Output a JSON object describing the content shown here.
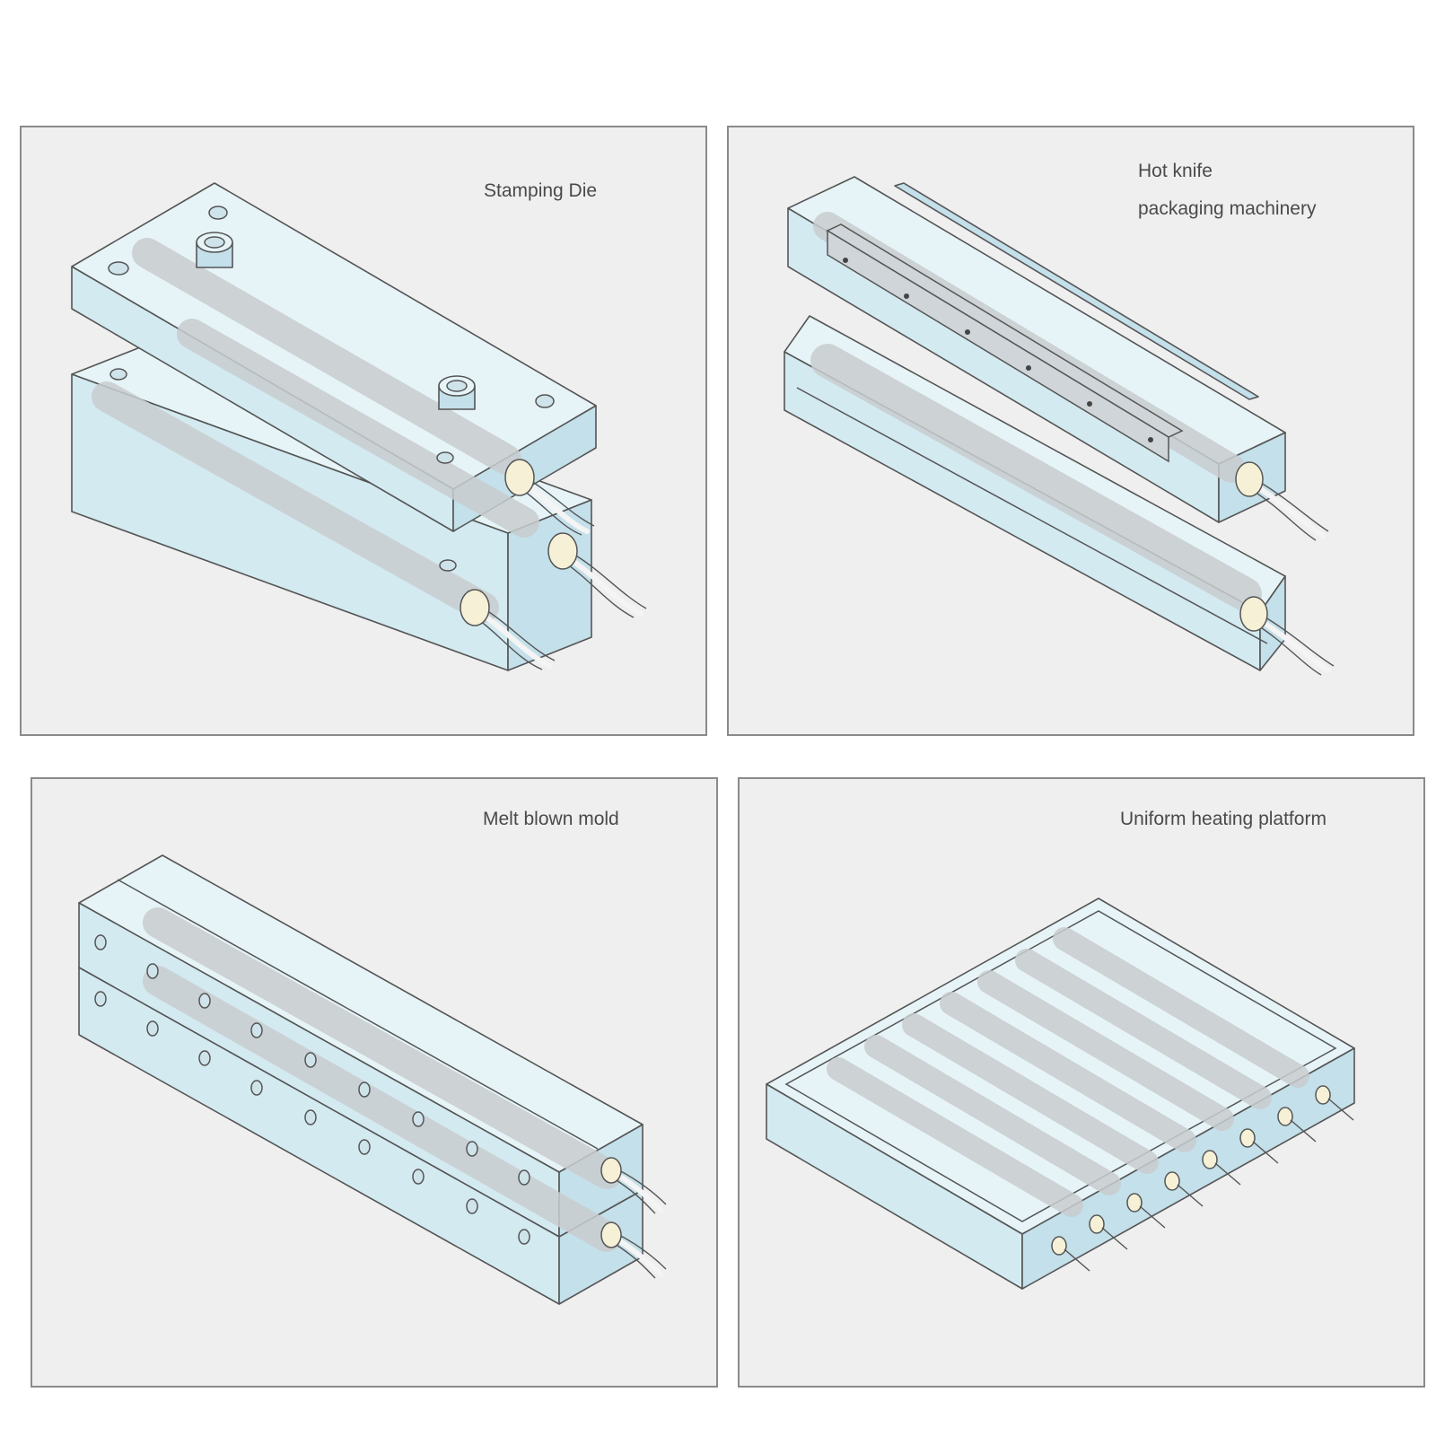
{
  "panels": [
    {
      "label": "Stamping Die"
    },
    {
      "label_lines": [
        "Hot knife",
        "packaging machinery"
      ]
    },
    {
      "label": "Melt blown mold"
    },
    {
      "label": "Uniform heating platform"
    }
  ]
}
